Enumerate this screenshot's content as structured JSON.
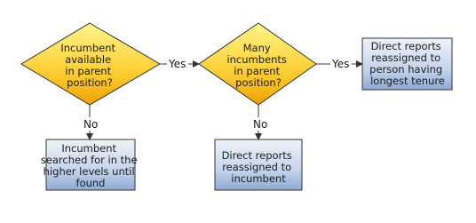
{
  "decisions": [
    {
      "id": "d1",
      "lines": [
        "Incumbent",
        "available",
        "in parent",
        "position?"
      ]
    },
    {
      "id": "d2",
      "lines": [
        "Many",
        "incumbents",
        "in parent",
        "position?"
      ]
    }
  ],
  "processes": [
    {
      "id": "p1",
      "lines": [
        "Direct reports",
        "reassigned to",
        "person having",
        "longest tenure"
      ]
    },
    {
      "id": "p2",
      "lines": [
        "Incumbent",
        "searched for in the",
        "higher levels until",
        "found"
      ]
    },
    {
      "id": "p3",
      "lines": [
        "Direct reports",
        "reassigned to",
        "incumbent"
      ]
    }
  ],
  "connector_labels": {
    "yes_1": "Yes",
    "yes_2": "Yes",
    "no_1": "No",
    "no_2": "No"
  },
  "colors": {
    "decision_light": "#fff27a",
    "decision_dark": "#f0b400",
    "process_light": "#e6eef8",
    "process_dark": "#8eaad6",
    "stroke": "#333333"
  }
}
